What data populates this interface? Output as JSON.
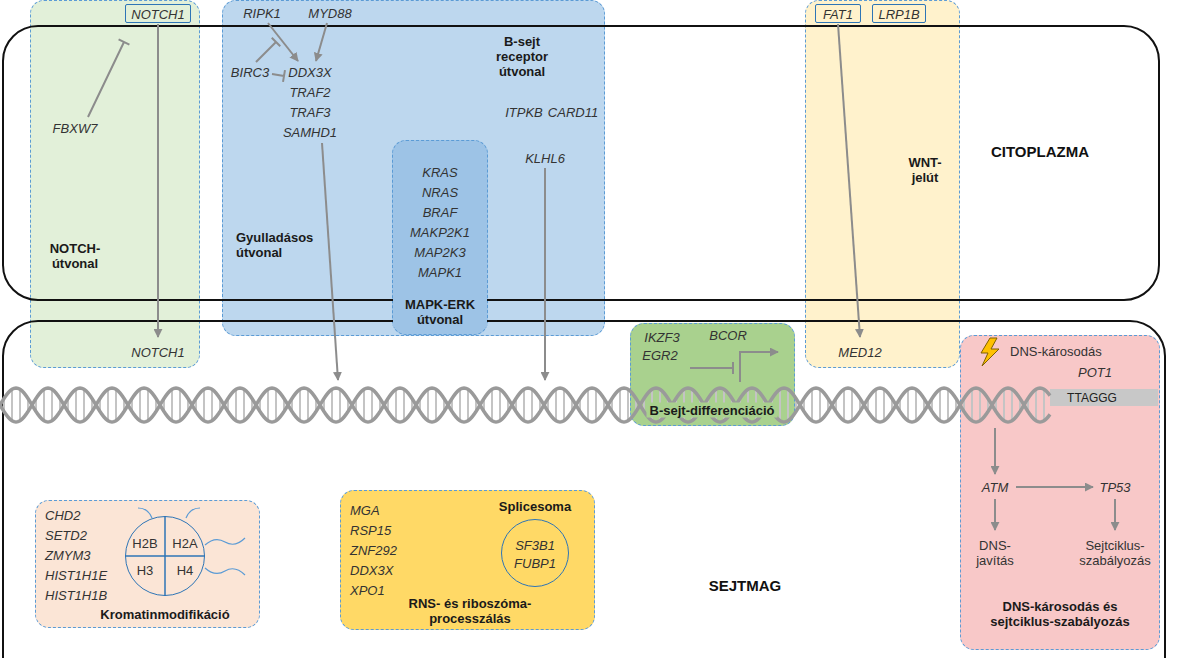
{
  "diagram": {
    "nodes": [
      {
        "text": [
          "FBXW7",
          "NOTCH- útvonal",
          "NOTCH1"
        ]
      },
      {
        "text": [
          "NOTCH1"
        ],
        "in": 0
      },
      {
        "text": [
          "RIPK1",
          "MYD88",
          "B-sejt receptor útvonal",
          "BIRC3",
          "DDX3X",
          "TRAF2",
          "ITPKB",
          "CARD11",
          "TRAF3",
          "SAMHD1",
          "KLHL6",
          "Gyulladásos útvonal"
        ]
      },
      {
        "text": [
          "KRAS",
          "NRAS",
          "BRAF",
          "MAKP2K1",
          "MAP2K3",
          "MAPK1",
          "MAPK-ERK útvonal"
        ],
        "in": 2
      },
      {
        "text": [
          "WNT- jelút",
          "MED12"
        ]
      },
      {
        "text": [
          "FAT1"
        ],
        "in": 4
      },
      {
        "text": [
          "LRP1B"
        ],
        "in": 4
      },
      {
        "text": [
          "CITOPLAZMA"
        ]
      },
      {
        "text": [
          "SEJTMAG"
        ]
      },
      {
        "text": [
          "BCOR",
          "IKZF3",
          "EGR2",
          "B-sejt-differenciáció"
        ],
        "in": 8
      },
      {
        "text": [
          "DNS-károsodás",
          "POT1",
          "ATM",
          "TP53",
          "DNS- javítás",
          "Sejtciklus- szabályozás",
          "DNS-károsodás és sejtciklus-szabályozás"
        ],
        "in": 8
      },
      {
        "text": [
          "TTAGGG"
        ],
        "in": 10
      },
      {
        "text": [
          "CHD2",
          "SETD2",
          "ZMYM3",
          "HIST1H1E",
          "HIST1H1B",
          "Kromatinmodifikáció"
        ],
        "in": 8
      },
      {
        "text": [
          "H2B",
          "H2A",
          "H3",
          "H4"
        ],
        "in": 12
      },
      {
        "text": [
          "MGA",
          "RSP15",
          "ZNF292",
          "DDX3X",
          "XPO1",
          "RNS- és riboszóma- processzálás"
        ],
        "in": 8
      },
      {
        "text": [
          "Splicesoma",
          "SF3B1",
          "FUBP1"
        ],
        "in": 14
      }
    ]
  }
}
